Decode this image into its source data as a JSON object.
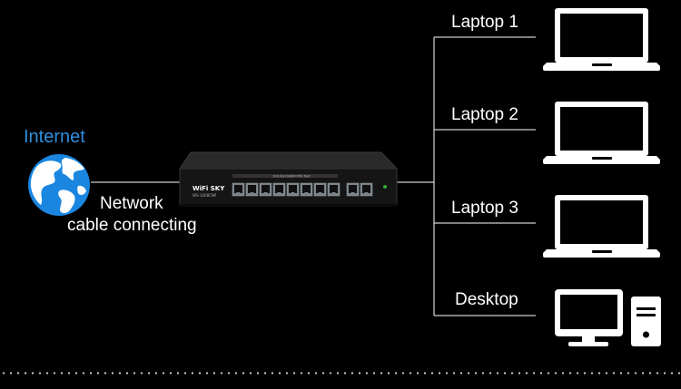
{
  "internet": {
    "label": "Internet"
  },
  "connection": {
    "line1": "Network",
    "line2": "cable connecting"
  },
  "switch": {
    "brand": "WiFi SKY",
    "model": "WS-1008CNP",
    "panel_text": "10/100/1000M POE Port"
  },
  "devices": [
    {
      "label": "Laptop 1",
      "icon": "laptop-icon"
    },
    {
      "label": "Laptop 2",
      "icon": "laptop-icon"
    },
    {
      "label": "Laptop 3",
      "icon": "laptop-icon"
    },
    {
      "label": "Desktop",
      "icon": "desktop-icon"
    }
  ],
  "colors": {
    "background": "#000000",
    "accent": "#2f8fe0",
    "line": "#ffffff"
  }
}
